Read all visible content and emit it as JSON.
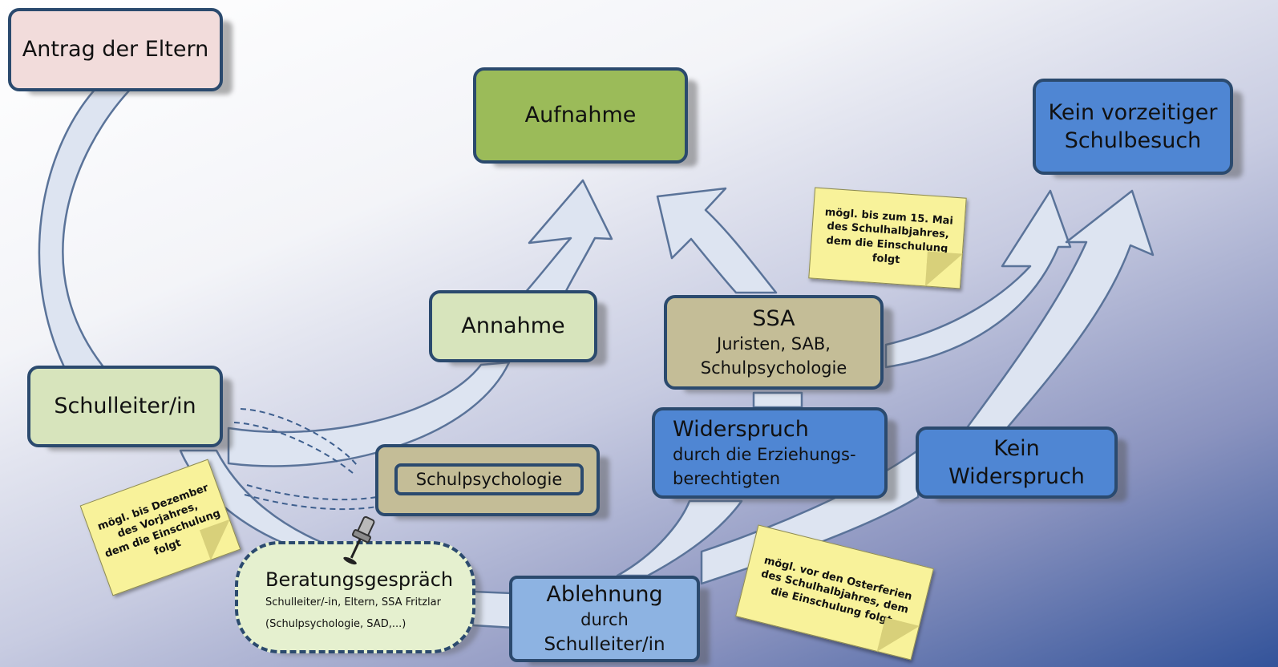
{
  "nodes": {
    "antrag": "Antrag der Eltern",
    "aufnahme": "Aufnahme",
    "kein_vorzeitig_line1": "Kein vorzeitiger",
    "kein_vorzeitig_line2": "Schulbesuch",
    "annahme": "Annahme",
    "schulleiter": "Schulleiter/in",
    "schulpsychologie": "Schulpsychologie",
    "ssa_title": "SSA",
    "ssa_line1": "Juristen, SAB,",
    "ssa_line2": "Schulpsychologie",
    "widerspruch_title": "Widerspruch",
    "widerspruch_line1": "durch die Erziehungs-",
    "widerspruch_line2": "berechtigten",
    "kein_widerspruch_line1": "Kein",
    "kein_widerspruch_line2": "Widerspruch",
    "beratung_title": "Beratungsgespräch",
    "beratung_line1": "Schulleiter/-in, Eltern, SSA Fritzlar",
    "beratung_line2": "(Schulpsychologie, SAD,...)",
    "ablehnung_line1": "Ablehnung",
    "ablehnung_line2": "durch",
    "ablehnung_line3": "Schulleiter/in"
  },
  "notes": {
    "mai": [
      "mögl. bis zum 15. Mai",
      "des Schulhalbjahres,",
      "dem die Einschulung",
      "folgt"
    ],
    "dezember": [
      "mögl. bis Dezember",
      "des Vorjahres,",
      "dem die Einschulung",
      "folgt"
    ],
    "ostern": [
      "mögl. vor den Osterferien",
      "des Schulhalbjahres, dem",
      "die Einschulung folgt"
    ]
  },
  "icons": {
    "pin": "pushpin-icon"
  },
  "colors": {
    "border": "#2b4a6e",
    "arrow_fill": "#dde4f1",
    "pink": "#f2dcdb",
    "green": "#9bbb59",
    "light_green": "#d7e4bc",
    "blue": "#4f86d3",
    "light_blue": "#8db3e2",
    "khaki": "#c4bd97",
    "note": "#f8f29a"
  }
}
